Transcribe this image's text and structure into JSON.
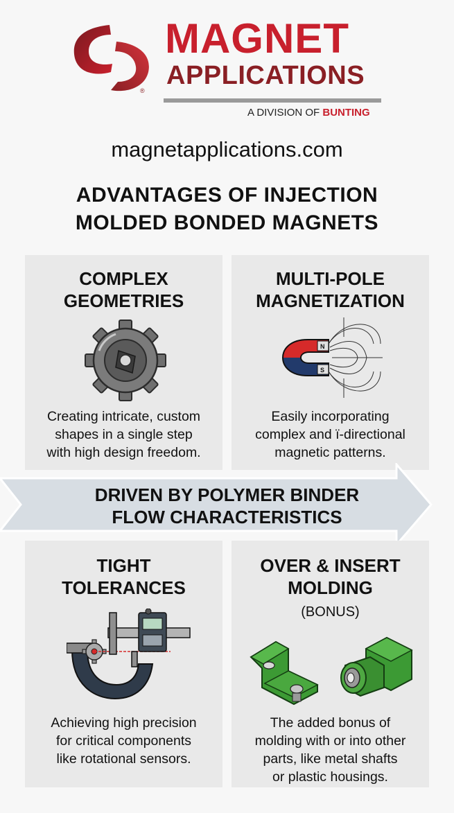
{
  "brand": {
    "name_line1": "MAGNET",
    "name_line2": "APPLICATIONS",
    "division_prefix": "A DIVISION OF",
    "division_name": "BUNTING",
    "colors": {
      "red": "#c8202d",
      "dark_red": "#8a1f24",
      "gray": "#9a9a9a"
    }
  },
  "website": "magnetapplications.com",
  "headline": {
    "line1": "ADVANTAGES OF INJECTION",
    "line2": "MOLDED BONDED MAGNETS"
  },
  "banner": {
    "line1": "DRIVEN BY POLYMER BINDER",
    "line2": "FLOW CHARACTERISTICS"
  },
  "panels": [
    {
      "title_line1": "COMPLEX",
      "title_line2": "GEOMETRIES",
      "icon": "gear-part-icon",
      "desc_line1": "Creating intricate, custom",
      "desc_line2": "shapes in a single step",
      "desc_line3": "with high design freedom."
    },
    {
      "title_line1": "MULTI-POLE",
      "title_line2": "MAGNETIZATION",
      "icon": "horseshoe-magnet-icon",
      "desc_line1": "Easily incorporating",
      "desc_line2": "complex and ï-directional",
      "desc_line3": "magnetic patterns."
    },
    {
      "title_line1": "TIGHT",
      "title_line2": "TOLERANCES",
      "icon": "caliper-gear-icon",
      "desc_line1": "Achieving high precision",
      "desc_line2": "for critical components",
      "desc_line3": "like rotational sensors."
    },
    {
      "title_line1": "OVER & INSERT",
      "title_line2": "MOLDING",
      "bonus": "(BONUS)",
      "icon": "overmolded-parts-icon",
      "desc_line1": "The added bonus of",
      "desc_line2": "molding with or into other",
      "desc_line3": "parts, like metal shafts",
      "desc_line4": "or plastic housings."
    }
  ]
}
